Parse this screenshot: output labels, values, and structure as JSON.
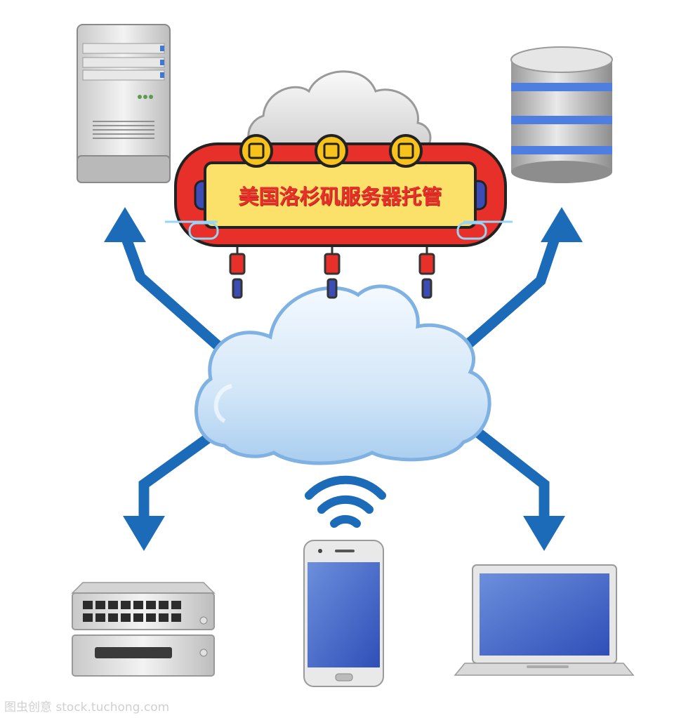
{
  "banner": {
    "title": "美国洛杉矶服务器托管"
  },
  "watermark": {
    "text": "图虫创意 stock.tuchong.com"
  },
  "nodes": [
    {
      "name": "tower-server",
      "icon": "server-tower-icon"
    },
    {
      "name": "database",
      "icon": "database-icon"
    },
    {
      "name": "network-switch",
      "icon": "network-switch-icon"
    },
    {
      "name": "smartphone",
      "icon": "smartphone-icon"
    },
    {
      "name": "laptop",
      "icon": "laptop-icon"
    }
  ],
  "colors": {
    "arrow": "#1c6bb8",
    "cloud": "#cfe4f7",
    "banner_frame": "#e8302a",
    "banner_fill": "#fbe06a",
    "banner_text": "#e8302a"
  }
}
